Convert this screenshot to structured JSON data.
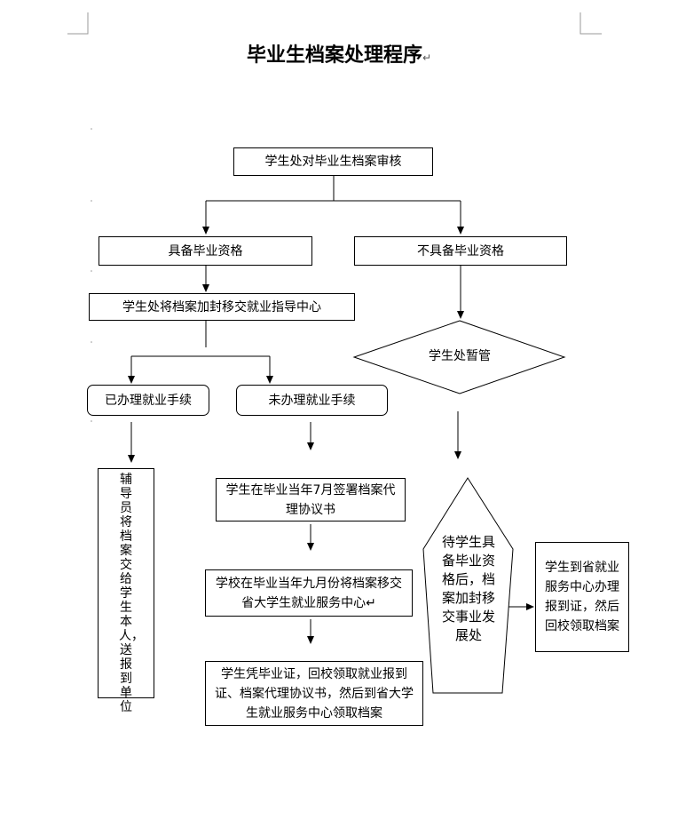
{
  "title": "毕业生档案处理程序",
  "title_mark": "↵",
  "nodes": {
    "review": "学生处对毕业生档案审核",
    "qualified": "具备毕业资格",
    "not_qualified": "不具备毕业资格",
    "transfer": "学生处将档案加封移交就业指导中心",
    "temp_keep": "学生处暂管",
    "done_formalities": "已办理就业手续",
    "not_done_formalities": "未办理就业手续",
    "counselor_hand": "辅导员将档案交给学生本人，送报到单位",
    "sign_agreement": "学生在毕业当年7月签署档案代理协议书",
    "school_transfer": "学校在毕业当年九月份将档案移交省大学生就业服务中心↵",
    "student_collect": "学生凭毕业证，回校领取就业报到证、档案代理协议书，然后到省大学生就业服务中心领取档案",
    "pending_qualify": "待学生具备毕业资格后，档案加封移交事业发展处",
    "provincial_center": "学生到省就业服务中心办理报到证，然后回校领取档案"
  }
}
